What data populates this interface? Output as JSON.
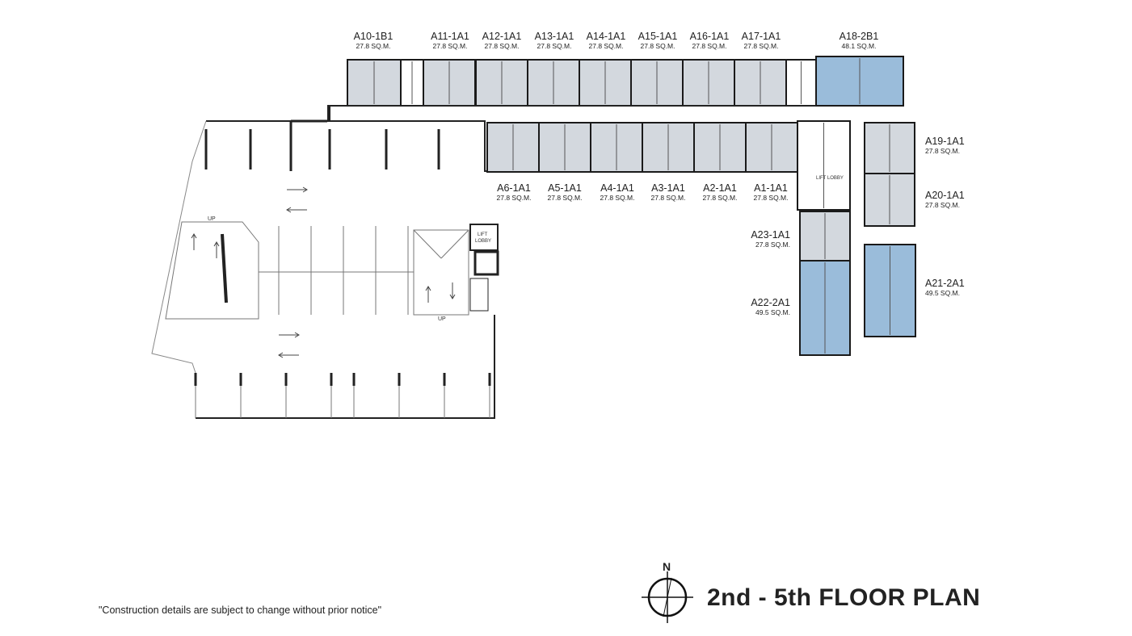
{
  "colors": {
    "unit_1a": "#d3d8de",
    "unit_2b": "#9abcda",
    "wall": "#1a1a1a"
  },
  "units_top": [
    {
      "name": "A10-1B1",
      "area": "27.8 SQ.M."
    },
    {
      "name": "A11-1A1",
      "area": "27.8 SQ.M."
    },
    {
      "name": "A12-1A1",
      "area": "27.8 SQ.M."
    },
    {
      "name": "A13-1A1",
      "area": "27.8 SQ.M."
    },
    {
      "name": "A14-1A1",
      "area": "27.8 SQ.M."
    },
    {
      "name": "A15-1A1",
      "area": "27.8 SQ.M."
    },
    {
      "name": "A16-1A1",
      "area": "27.8 SQ.M."
    },
    {
      "name": "A17-1A1",
      "area": "27.8 SQ.M."
    },
    {
      "name": "A18-2B1",
      "area": "48.1 SQ.M."
    }
  ],
  "units_bottom": [
    {
      "name": "A6-1A1",
      "area": "27.8 SQ.M."
    },
    {
      "name": "A5-1A1",
      "area": "27.8 SQ.M."
    },
    {
      "name": "A4-1A1",
      "area": "27.8 SQ.M."
    },
    {
      "name": "A3-1A1",
      "area": "27.8 SQ.M."
    },
    {
      "name": "A2-1A1",
      "area": "27.8 SQ.M."
    },
    {
      "name": "A1-1A1",
      "area": "27.8 SQ.M."
    }
  ],
  "units_right": [
    {
      "name": "A19-1A1",
      "area": "27.8 SQ.M."
    },
    {
      "name": "A20-1A1",
      "area": "27.8 SQ.M."
    },
    {
      "name": "A21-2A1",
      "area": "49.5 SQ.M."
    }
  ],
  "units_left_core": [
    {
      "name": "A23-1A1",
      "area": "27.8 SQ.M."
    },
    {
      "name": "A22-2A1",
      "area": "49.5 SQ.M."
    }
  ],
  "plan_labels": {
    "lift_lobby": "LIFT LOBBY",
    "lift_lobby_parking_1": "LIFT",
    "lift_lobby_parking_2": "LOBBY",
    "up1": "UP",
    "up2": "UP"
  },
  "compass": {
    "north": "N"
  },
  "title": "2nd - 5th FLOOR PLAN",
  "note": "\"Construction details are subject to change without prior notice\""
}
